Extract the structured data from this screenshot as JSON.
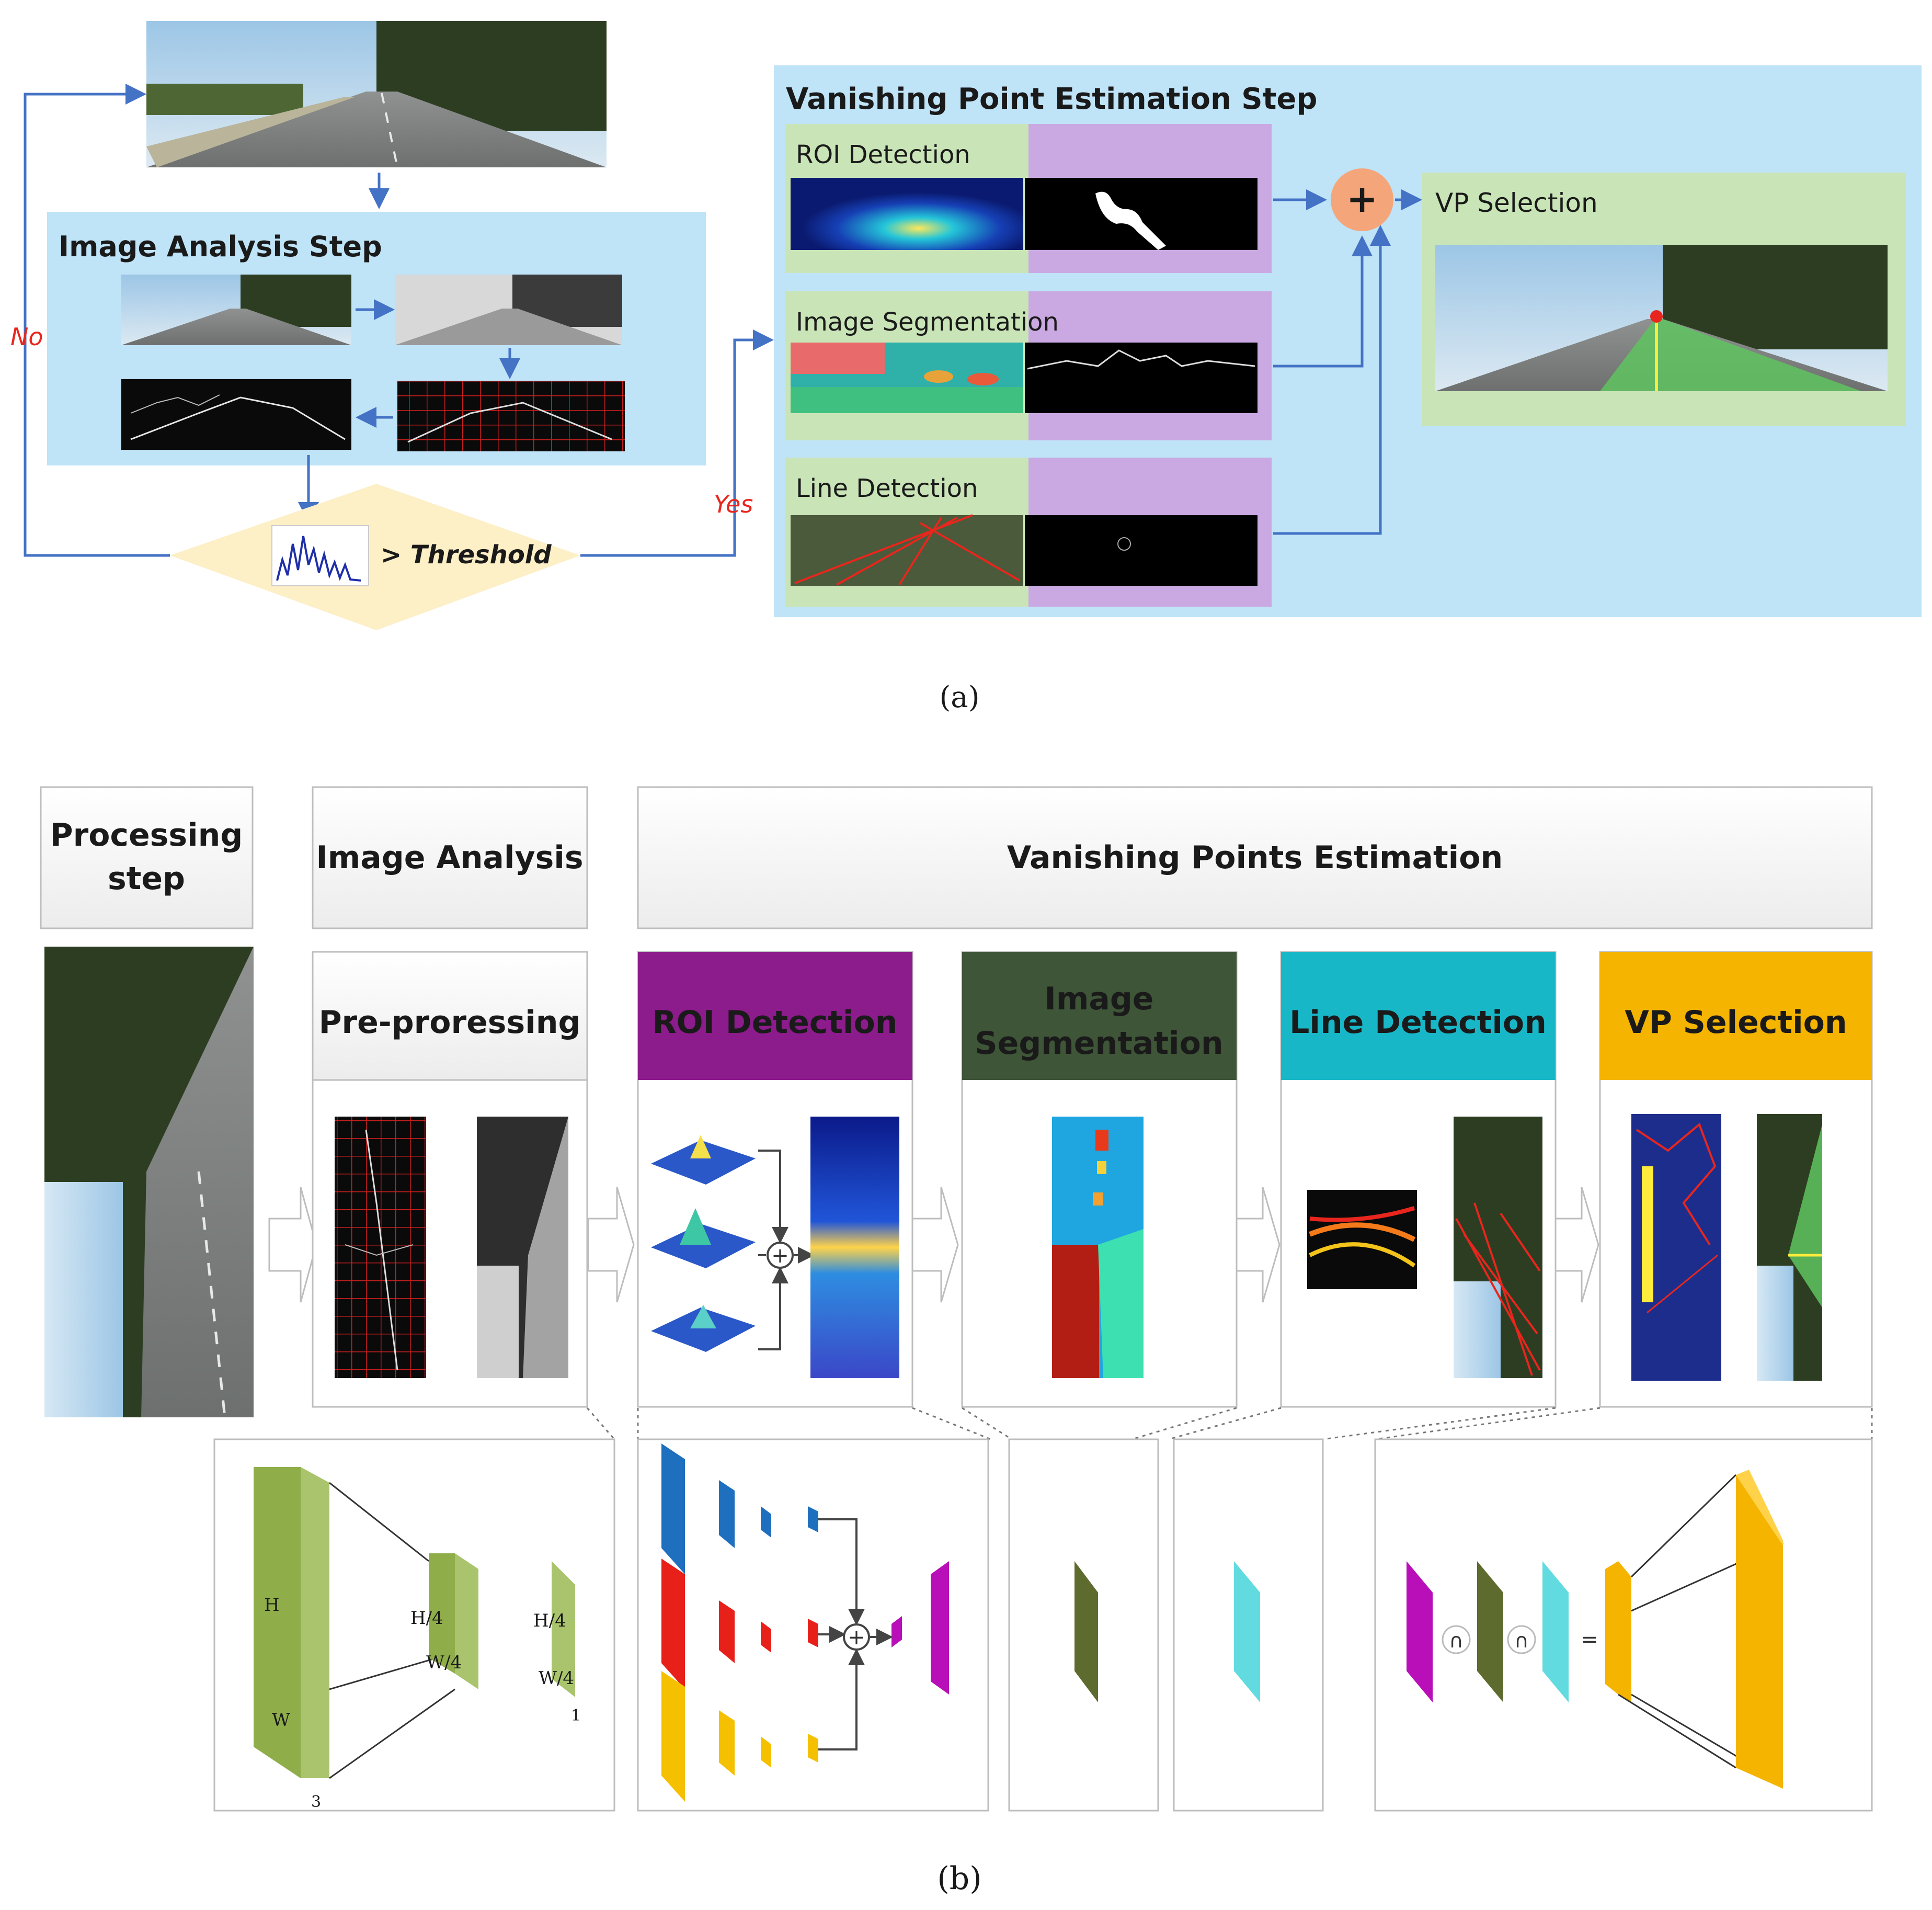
{
  "panel_a": {
    "caption": "(a)",
    "image_analysis": {
      "title": "Image Analysis Step"
    },
    "decision": {
      "threshold": "> Threshold",
      "no": "No",
      "yes": "Yes"
    },
    "vp_estimation": {
      "title": "Vanishing Point Estimation Step",
      "roi": "ROI Detection",
      "segmentation": "Image Segmentation",
      "lines": "Line Detection",
      "plus": "+",
      "vp_selection": "VP Selection"
    }
  },
  "panel_b": {
    "caption": "(b)",
    "headers": {
      "processing": [
        "Processing",
        "step"
      ],
      "analysis": "Image Analysis",
      "estimation": "Vanishing Points Estimation"
    },
    "stages": {
      "pre": "Pre-proressing",
      "roi": "ROI Detection",
      "seg": [
        "Image",
        "Segmentation"
      ],
      "line": "Line Detection",
      "vp": "VP Selection"
    },
    "dims": {
      "h": "H",
      "w": "W",
      "three": "3",
      "h4a": "H/4",
      "w4a": "W/4",
      "h4b": "H/4",
      "w4b": "W/4",
      "one": "1"
    },
    "ops": {
      "plus1": "+",
      "plus2": "+",
      "cap1": "∩",
      "cap2": "∩",
      "eq": "="
    }
  },
  "colors": {
    "light_blue": "#bfe3f7",
    "green_box": "#c9e5b7",
    "purple_box": "#caa8e2",
    "arrow": "#4472c4",
    "red_label": "#e8261d",
    "decision": "#fdefc6",
    "roi_purple": "#8c1b8b",
    "seg_green": "#3e5538",
    "line_cyan": "#18b7c7",
    "vp_yellow": "#f4b400",
    "olive": "#8fae4a",
    "olive_dark": "#5e6b2e",
    "orange": "#f4a67a"
  }
}
